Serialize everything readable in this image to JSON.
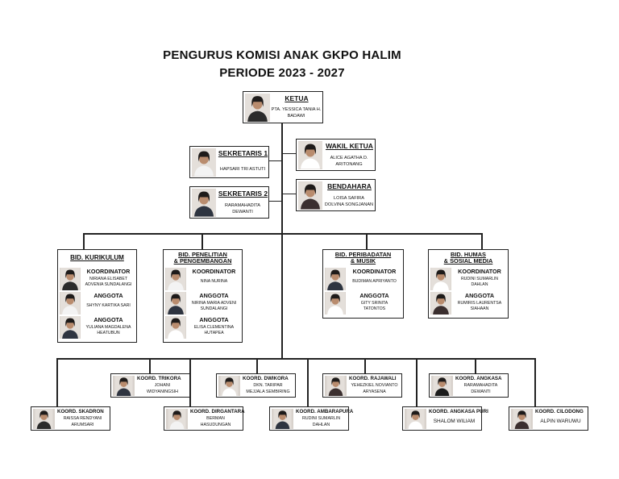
{
  "title_line1": "PENGURUS KOMISI ANAK GKPO HALIM",
  "title_line2": "PERIODE 2023 - 2027",
  "ketua": {
    "role": "KETUA",
    "name1": "PTA. YESSICA TANIA H.",
    "name2": "BADAWI"
  },
  "sekretaris1": {
    "role": "SEKRETARIS 1",
    "name1": "HAPSARI TRI ASTUTI"
  },
  "sekretaris2": {
    "role": "SEKRETARIS 2",
    "name1": "RARAMAHADITA",
    "name2": "DEWANTI"
  },
  "wakil": {
    "role": "WAKIL KETUA",
    "name1": "ALICE AGATHA D.",
    "name2": "ARITONANG"
  },
  "bendahara": {
    "role": "BENDAHARA",
    "name1": "LOISA SAFIRA",
    "name2": "DOLVINA SONGJANAN"
  },
  "bidang": [
    {
      "title1": "BID. KURIKULUM",
      "title2": "",
      "members": [
        {
          "role": "KOORDINATOR",
          "name1": "NIRIANA ELISABET",
          "name2": "ADVENIA SUNDALANGI"
        },
        {
          "role": "ANGGOTA",
          "name1": "SHYNY KARTIKA SARI",
          "name2": ""
        },
        {
          "role": "ANGGOTA",
          "name1": "YULIANA MAGDALENA",
          "name2": "HEATUBUN"
        }
      ]
    },
    {
      "title1": "BID. PENELITIAN",
      "title2": "& PENGEMBANGAN",
      "members": [
        {
          "role": "KOORDINATOR",
          "name1": "NINA NURINA",
          "name2": ""
        },
        {
          "role": "ANGGOTA",
          "name1": "NIRINA MARIA ADVENI",
          "name2": "SUNDALANGI"
        },
        {
          "role": "ANGGOTA",
          "name1": "ELISA CLEMENTINA",
          "name2": "HUTAPEA"
        }
      ]
    },
    {
      "title1": "BID. PERIBADATAN",
      "title2": "& MUSIK",
      "members": [
        {
          "role": "KOORDINATOR",
          "name1": "BUDIMAN APRIYANTO",
          "name2": ""
        },
        {
          "role": "ANGGOTA",
          "name1": "GITY SRINITA",
          "name2": "TATONTOS"
        }
      ]
    },
    {
      "title1": "BID. HUMAS",
      "title2": "& SOSIAL MEDIA",
      "members": [
        {
          "role": "KOORDINATOR",
          "name1": "RUDINI SUMARLIN",
          "name2": "DAHLAN"
        },
        {
          "role": "ANGGOTA",
          "name1": "RUMIRIS LAURENTSA",
          "name2": "SIAHAAN"
        }
      ]
    }
  ],
  "koord_upper": [
    {
      "role": "KOORD. TRIKORA",
      "name1": "JOHANI",
      "name2": "WIDYANINGSIH"
    },
    {
      "role": "KOORD. DWIKORA",
      "name1": "DKN. TARIPAR",
      "name2": "MEJJALA SEMBIRING"
    },
    {
      "role": "KOORD. RAJAWALI",
      "name1": "YEHEZKIEL NOVIANTO",
      "name2": "ARYASENA"
    },
    {
      "role": "KOORD. ANGKASA",
      "name1": "RARAMAHADITA",
      "name2": "DEWANTI"
    }
  ],
  "koord_lower": [
    {
      "role": "KOORD. SKADRON",
      "name1": "RAISSA RENDYANI",
      "name2": "ARUMSARI"
    },
    {
      "role": "KOORD. DIRGANTARA",
      "name1": "BERMAN",
      "name2": "HASUDUNGAN"
    },
    {
      "role": "KOORD. AMBARAPURA",
      "name1": "RUDINI SUMARLIN",
      "name2": "DAHLAN"
    },
    {
      "role": "KOORD. ANGKASA PURI",
      "name1": "SHALOM WILIAM",
      "name2": ""
    },
    {
      "role": "KOORD. CILODONG",
      "name1": "ALPIN WARUWU",
      "name2": ""
    }
  ]
}
